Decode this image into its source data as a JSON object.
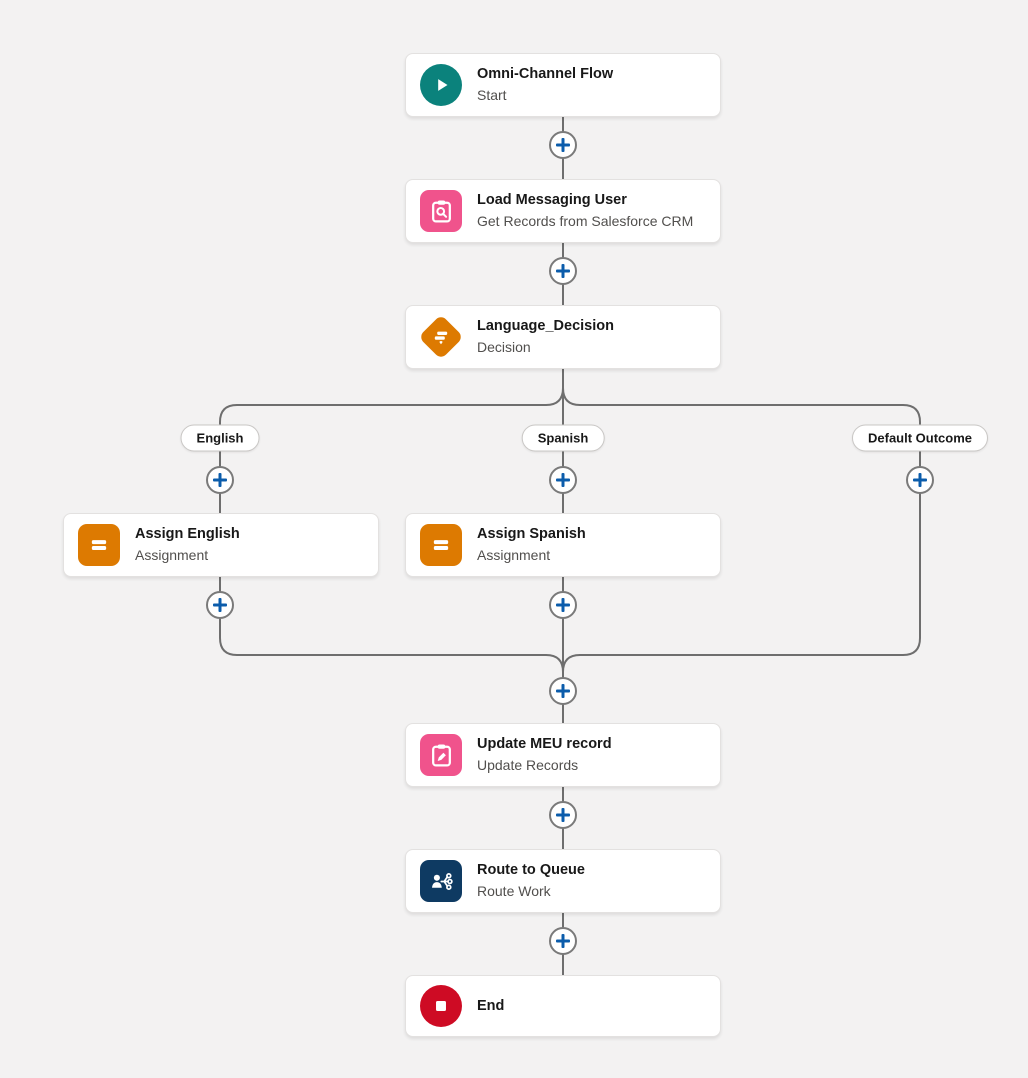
{
  "app": {
    "name": "Flow Builder Canvas"
  },
  "colors": {
    "start": "#0b827c",
    "get_records": "#f0538c",
    "decision": "#dd7a01",
    "assignment": "#dd7a01",
    "update_records": "#f0538c",
    "route_work": "#0e3a62",
    "end": "#ce0b24",
    "plus": "#0b5cab",
    "line": "#6e6e6e",
    "canvas_background": "#f3f2f2"
  },
  "connector": {
    "add_element_label": "+"
  },
  "nodes": {
    "start": {
      "title": "Omni-Channel Flow",
      "subtitle": "Start",
      "icon": "play-icon"
    },
    "load_messaging_user": {
      "title": "Load Messaging User",
      "subtitle": "Get Records from Salesforce CRM",
      "icon": "clipboard-search-icon"
    },
    "language_decision": {
      "title": "Language_Decision",
      "subtitle": "Decision",
      "icon": "signpost-icon"
    },
    "assign_english": {
      "title": "Assign English",
      "subtitle": "Assignment",
      "icon": "equals-icon"
    },
    "assign_spanish": {
      "title": "Assign Spanish",
      "subtitle": "Assignment",
      "icon": "equals-icon"
    },
    "update_meu_record": {
      "title": "Update MEU record",
      "subtitle": "Update Records",
      "icon": "clipboard-edit-icon"
    },
    "route_to_queue": {
      "title": "Route to Queue",
      "subtitle": "Route Work",
      "icon": "person-route-icon"
    },
    "end": {
      "title": "End",
      "icon": "stop-icon"
    }
  },
  "branches": {
    "english": {
      "label": "English"
    },
    "spanish": {
      "label": "Spanish"
    },
    "default": {
      "label": "Default Outcome"
    }
  }
}
